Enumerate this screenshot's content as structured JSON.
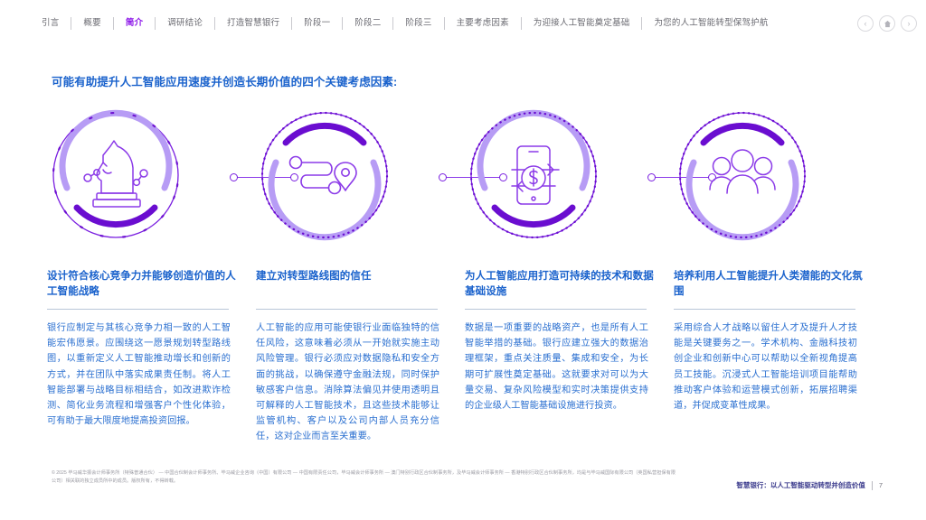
{
  "topnav": {
    "items": [
      {
        "label": "引言",
        "active": false
      },
      {
        "label": "概要",
        "active": false
      },
      {
        "label": "简介",
        "active": true
      },
      {
        "label": "调研结论",
        "active": false
      },
      {
        "label": "打造智慧银行",
        "active": false
      },
      {
        "label": "阶段一",
        "active": false
      },
      {
        "label": "阶段二",
        "active": false
      },
      {
        "label": "阶段三",
        "active": false
      },
      {
        "label": "主要考虑因素",
        "active": false
      },
      {
        "label": "为迎接人工智能奠定基础",
        "active": false
      },
      {
        "label": "为您的人工智能转型保驾护航",
        "active": false
      }
    ],
    "prev_icon": "‹",
    "home_icon": "⌂",
    "next_icon": "›",
    "active_color": "#8b14e8"
  },
  "heading": "可能有助提升人工智能应用速度并创造长期价值的四个关键考虑因素:",
  "columns": [
    {
      "icon": "chess-knight-icon",
      "title": "设计符合核心竞争力并能够创造价值的人工智能战略",
      "body": "银行应制定与其核心竞争力相一致的人工智能宏伟愿景。应围绕这一愿景规划转型路线图，以重新定义人工智能推动增长和创新的方式，并在团队中落实成果责任制。将人工智能部署与战略目标相结合，如改进欺诈检测、简化业务流程和增强客户个性化体验，可有助于最大限度地提高投资回报。"
    },
    {
      "icon": "roadmap-pin-icon",
      "title": "建立对转型路线图的信任",
      "body": "人工智能的应用可能使银行业面临独特的信任风险，这意味着必须从一开始就实施主动风险管理。银行必须应对数据隐私和安全方面的挑战，以确保遵守金融法规，同时保护敏感客户信息。消除算法偏见并使用透明且可解释的人工智能技术，且这些技术能够让监管机构、客户以及公司内部人员充分信任，这对企业而言至关重要。"
    },
    {
      "icon": "mobile-payment-icon",
      "title": "为人工智能应用打造可持续的技术和数据基础设施",
      "body": "数据是一项重要的战略资产，也是所有人工智能举措的基础。银行应建立强大的数据治理框架，重点关注质量、集成和安全，为长期可扩展性奠定基础。这就要求对可以为大量交易、复杂风险模型和实时决策提供支持的企业级人工智能基础设施进行投资。"
    },
    {
      "icon": "people-group-icon",
      "title": "培养利用人工智能提升人类潜能的文化氛围",
      "body": "采用综合人才战略以留住人才及提升人才技能是关键要务之一。学术机构、金融科技初创企业和创新中心可以帮助以全新视角提高员工技能。沉浸式人工智能培训项目能帮助推动客户体验和运营模式创新，拓展招聘渠道，并促成变革性成果。"
    }
  ],
  "footer": {
    "legal": "© 2025 毕马威华振会计师事务所（特殊普通合伙） — 中国合伙制会计师事务所、毕马威企业咨询（中国）有限公司 — 中国有限责任公司，毕马威会计师事务所 — 澳门特别行政区合伙制事务所，及毕马威会计师事务所 — 香港特别行政区合伙制事务所，均是与毕马威国际有限公司（英国私营担保有限公司）相关联的独立成员所中的成员。版权所有，不得转载。",
    "doc_title": "智慧银行：以人工智能驱动转型并创造价值",
    "page_number": "7"
  },
  "colors": {
    "title_blue": "#1a62cc",
    "body_blue": "#2a6fd0",
    "purple_dark": "#7a1fe0",
    "purple_light": "#b79cf5",
    "purple_deep": "#6a0dd0"
  }
}
